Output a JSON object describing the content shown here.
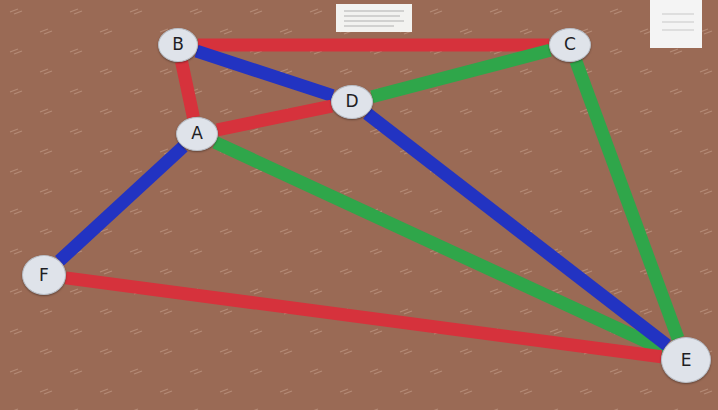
{
  "diagram": {
    "nodes": [
      {
        "text": [
          "B"
        ]
      },
      {
        "text": [
          "C"
        ]
      },
      {
        "text": [
          "D"
        ]
      },
      {
        "text": [
          "A"
        ]
      },
      {
        "text": [
          "F"
        ]
      },
      {
        "text": [
          "E"
        ]
      }
    ],
    "edges": [
      {
        "from": 0,
        "to": 1,
        "arrow": "none"
      },
      {
        "from": 0,
        "to": 3,
        "arrow": "none"
      },
      {
        "from": 0,
        "to": 2,
        "arrow": "none"
      },
      {
        "from": 3,
        "to": 2,
        "arrow": "none"
      },
      {
        "from": 2,
        "to": 1,
        "arrow": "none"
      },
      {
        "from": 3,
        "to": 4,
        "arrow": "none"
      },
      {
        "from": 3,
        "to": 5,
        "arrow": "none"
      },
      {
        "from": 2,
        "to": 5,
        "arrow": "none"
      },
      {
        "from": 1,
        "to": 5,
        "arrow": "none"
      },
      {
        "from": 4,
        "to": 5,
        "arrow": "none"
      }
    ]
  }
}
